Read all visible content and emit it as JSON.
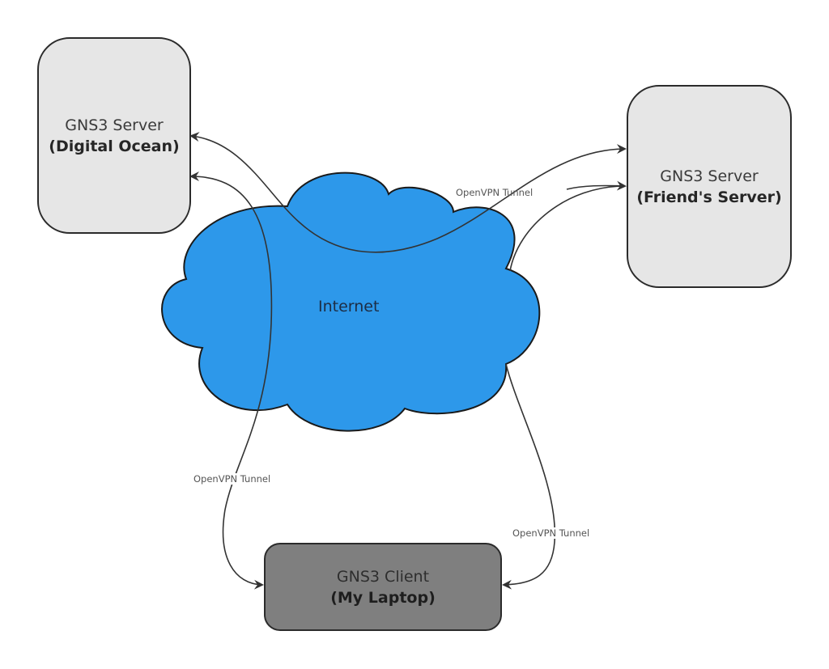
{
  "diagram": {
    "nodes": {
      "digital_ocean": {
        "title": "GNS3 Server",
        "subtitle": "(Digital Ocean)",
        "fill": "#e6e6e6"
      },
      "friend": {
        "title": "GNS3 Server",
        "subtitle": "(Friend's Server)",
        "fill": "#e6e6e6"
      },
      "client": {
        "title": "GNS3 Client",
        "subtitle": "(My Laptop)",
        "fill": "#7f7f7f"
      },
      "internet": {
        "label": "Internet",
        "fill": "#2d98ea",
        "shape": "cloud"
      }
    },
    "edges": [
      {
        "from": "friend",
        "to": "digital_ocean",
        "label": "OpenVPN Tunnel",
        "bidirectional": true
      },
      {
        "from": "client",
        "to": "digital_ocean",
        "label": "OpenVPN Tunnel",
        "bidirectional": true
      },
      {
        "from": "client",
        "to": "friend",
        "label": "OpenVPN Tunnel",
        "bidirectional": true
      }
    ],
    "line_color": "#333333"
  }
}
